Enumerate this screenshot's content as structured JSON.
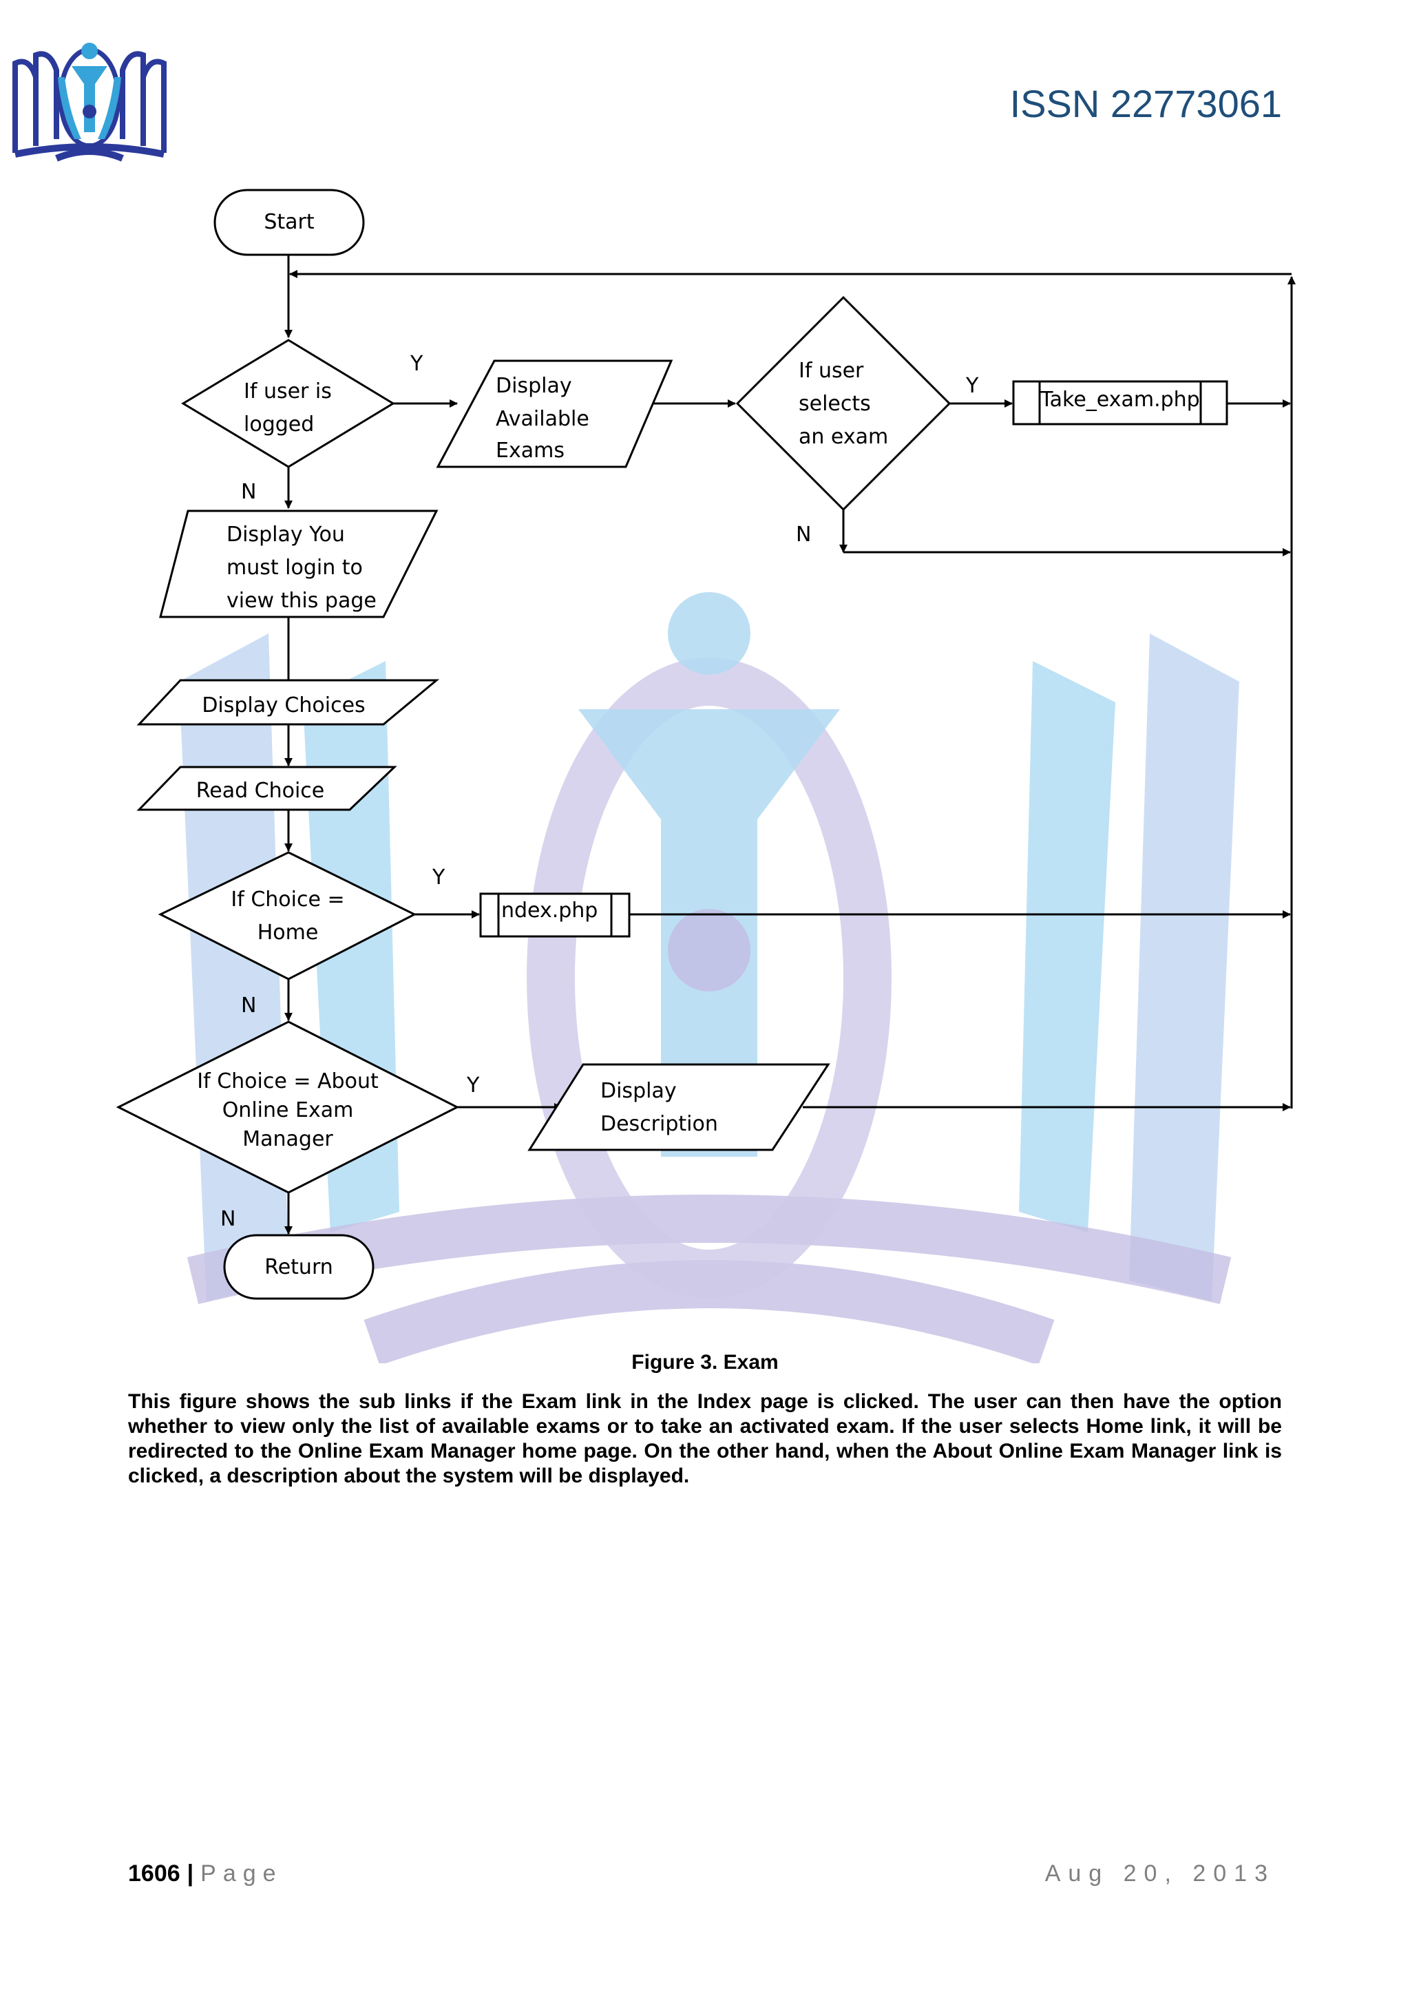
{
  "header": {
    "issn": "ISSN 22773061"
  },
  "colors": {
    "issn_text": "#1f4e79",
    "logo_blue": "#2b3a9a",
    "logo_light": "#36a3d9",
    "watermark_blue": "#a9c8ec",
    "watermark_purple": "#b9b3dc"
  },
  "flowchart": {
    "start": "Start",
    "decision_logged": [
      "If user is",
      "logged"
    ],
    "display_exams": [
      "Display",
      "Available",
      "Exams"
    ],
    "decision_selects": [
      "If user",
      "selects",
      "an exam"
    ],
    "take_exam": "Take_exam.php",
    "display_login": [
      "Display You",
      "must login to",
      "view this page"
    ],
    "display_choices": "Display Choices",
    "read_choice": "Read Choice",
    "decision_home": [
      "If Choice =",
      "Home"
    ],
    "index_php": "index.php",
    "decision_about": [
      "If Choice = About",
      "Online Exam",
      "Manager"
    ],
    "display_description": [
      "Display",
      "Description"
    ],
    "return": "Return",
    "labels": {
      "y1": "Y",
      "n1": "N",
      "y2": "Y",
      "n2": "N",
      "y3": "Y",
      "n3": "N",
      "y4": "Y",
      "n4": "N"
    }
  },
  "caption": "Figure 3.  Exam",
  "paragraph": "This figure shows the sub links if the Exam link in the Index page is clicked.  The user can then have the option whether to view only the list of available exams or to take an activated exam.  If the user selects Home link, it will be redirected to the Online Exam Manager home page.  On the other hand, when the About Online Exam Manager link is clicked, a description about the system will be displayed.",
  "footer": {
    "page_number": "1606",
    "separator": "|",
    "page_word": "Page",
    "date": "Aug 20, 2013"
  }
}
